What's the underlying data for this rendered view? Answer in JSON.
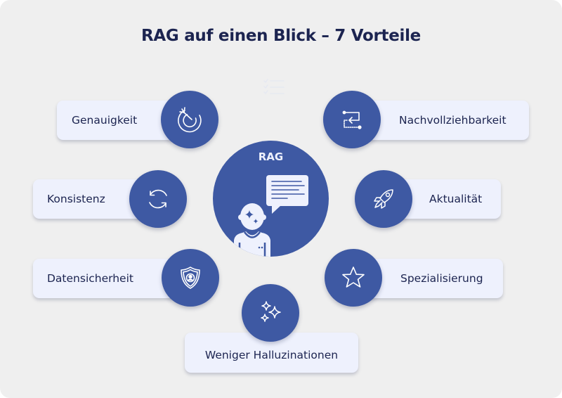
{
  "title": "RAG auf einen Blick – 7 Vorteile",
  "colors": {
    "background": "#efefef",
    "accent": "#3e59a3",
    "card": "#eef1fd",
    "text": "#1c2450"
  },
  "center": {
    "label": "RAG",
    "icon": "ai-assistant-speech-bubble-icon"
  },
  "benefits": [
    {
      "label": "Genauigkeit",
      "icon": "target-arrow-icon",
      "side": "left"
    },
    {
      "label": "Konsistenz",
      "icon": "refresh-cycle-icon",
      "side": "left"
    },
    {
      "label": "Datensicherheit",
      "icon": "shield-user-icon",
      "side": "left"
    },
    {
      "label": "Nachvollziehbarkeit",
      "icon": "trace-return-icon",
      "side": "right"
    },
    {
      "label": "Aktualität",
      "icon": "rocket-icon",
      "side": "right"
    },
    {
      "label": "Spezialisierung",
      "icon": "star-icon",
      "side": "right"
    },
    {
      "label": "Weniger Halluzinationen",
      "icon": "sparkles-icon",
      "side": "bottom"
    }
  ]
}
